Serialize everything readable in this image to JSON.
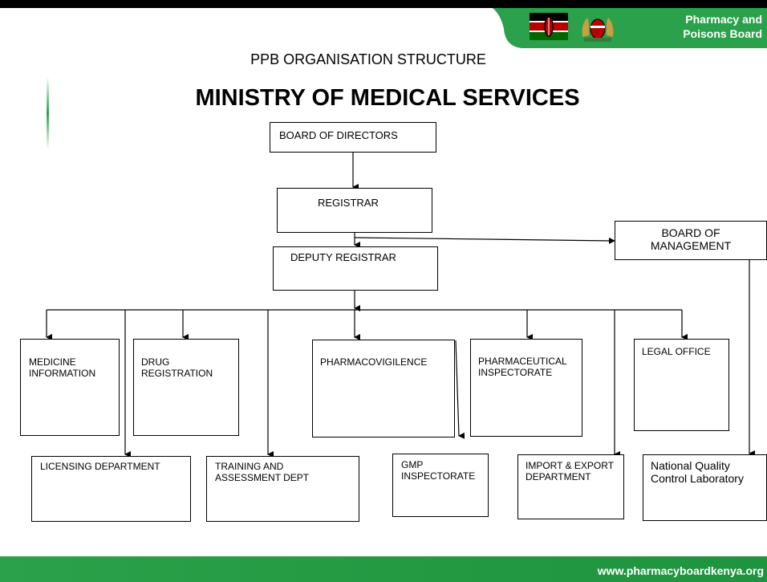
{
  "header": {
    "brand_line1": "Pharmacy and",
    "brand_line2": "Poisons Board",
    "flag_icon": "kenya-flag-icon",
    "seal_icon": "kenya-coat-of-arms-icon"
  },
  "slide": {
    "subtitle": "PPB ORGANISATION STRUCTURE",
    "title": "MINISTRY OF MEDICAL SERVICES"
  },
  "nodes": {
    "board_of_directors": "BOARD OF DIRECTORS",
    "registrar": "REGISTRAR",
    "board_of_management_line1": "BOARD OF",
    "board_of_management_line2": "MANAGEMENT",
    "deputy_registrar": "DEPUTY REGISTRAR",
    "medicine_information_line1": "MEDICINE",
    "medicine_information_line2": "INFORMATION",
    "drug_registration_line1": "DRUG",
    "drug_registration_line2": "REGISTRATION",
    "pharmacovigilence": "PHARMACOVIGILENCE",
    "pharmaceutical_inspectorate_line1": "PHARMACEUTICAL",
    "pharmaceutical_inspectorate_line2": "INSPECTORATE",
    "legal_office": "LEGAL OFFICE",
    "licensing_department": "LICENSING DEPARTMENT",
    "training_line1": "TRAINING AND",
    "training_line2": "ASSESSMENT DEPT",
    "gmp_line1": "GMP",
    "gmp_line2": "INSPECTORATE",
    "import_export_line1": "IMPORT & EXPORT",
    "import_export_line2": "DEPARTMENT",
    "nqcl_line1": "National Quality",
    "nqcl_line2": "Control Laboratory"
  },
  "footer": {
    "url": "www.pharmacyboardkenya.org"
  },
  "colors": {
    "brand_green": "#2aa14a",
    "flag_black": "#000000",
    "flag_red": "#bb0000",
    "flag_green": "#006600"
  }
}
